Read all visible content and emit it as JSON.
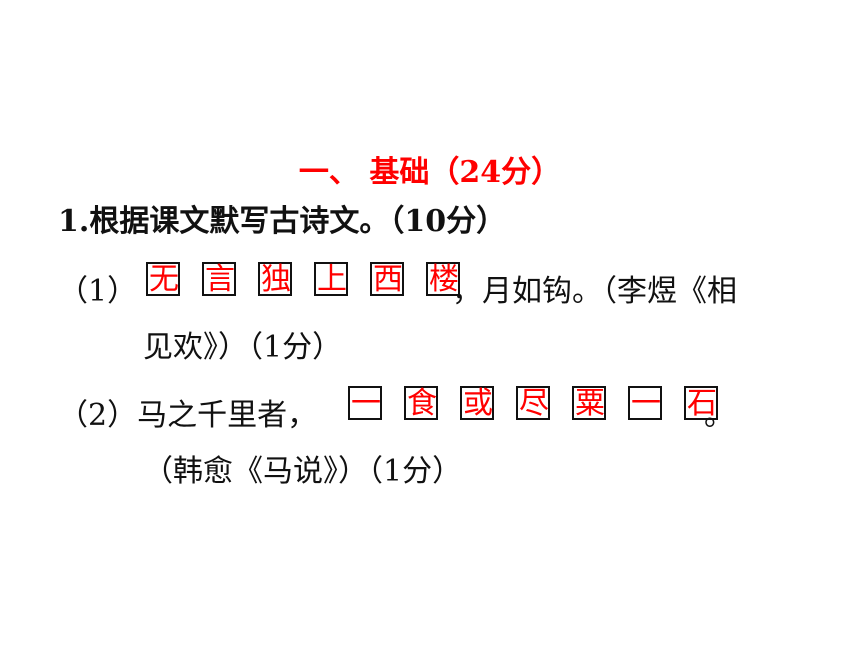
{
  "section": {
    "title": "一、 基础（24分）"
  },
  "question": {
    "heading": "1.根据课文默写古诗文。（10分）"
  },
  "item1": {
    "number": "（1）",
    "answers": [
      "无",
      "言",
      "独",
      "上",
      "西",
      "楼"
    ],
    "after_answers": "，月如钩。（李煜《相",
    "line2": "见欢》）（1分）"
  },
  "item2": {
    "prefix": "（2）马之千里者，",
    "answers": [
      "一",
      "食",
      "或",
      "尽",
      "粟",
      "一",
      "石"
    ],
    "after_answers": "。",
    "line2": "（韩愈《马说》）（1分）"
  },
  "colors": {
    "answer": "#ff0000",
    "title": "#ff0000",
    "text": "#111111"
  }
}
